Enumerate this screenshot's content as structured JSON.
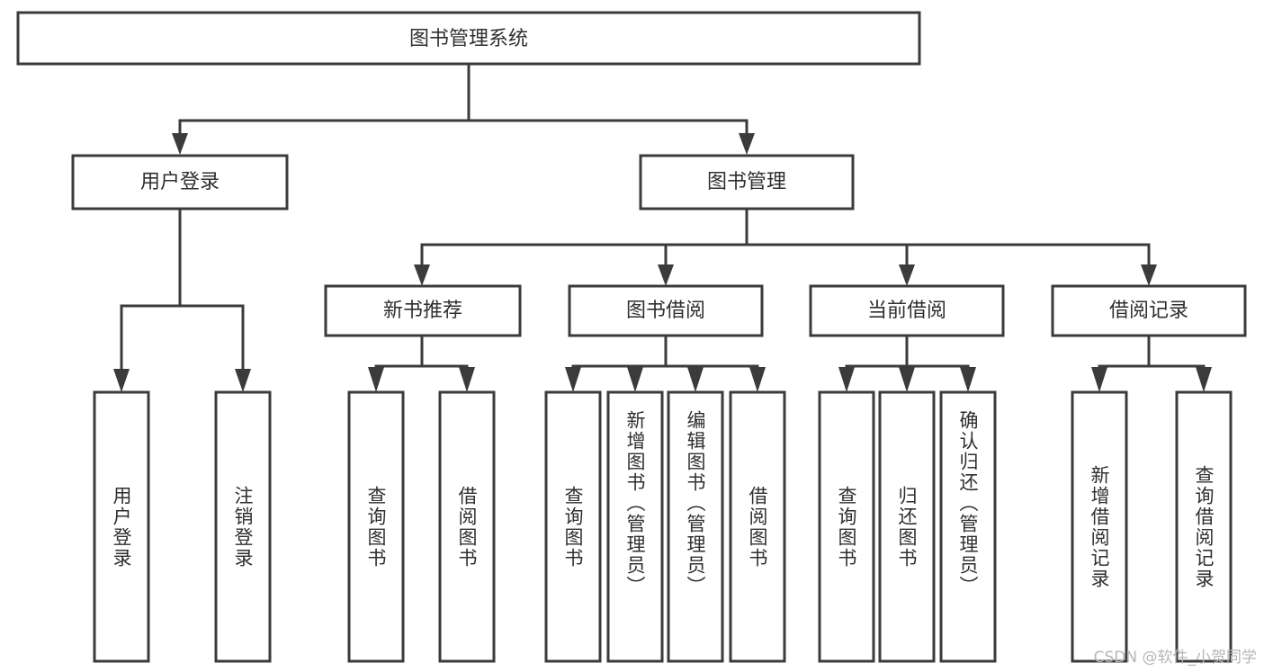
{
  "diagram": {
    "title": "图书管理系统",
    "type": "tree-hierarchy",
    "theme": {
      "background": "#ffffff",
      "box_fill": "#ffffff",
      "box_stroke": "#3b3b3b",
      "text_color": "#2f2f2f",
      "watermark_color": "#b6b6b6"
    },
    "root": {
      "id": "root",
      "label": "图书管理系统",
      "orientation": "horizontal"
    },
    "level2": [
      {
        "id": "user-login",
        "label": "用户登录",
        "orientation": "horizontal"
      },
      {
        "id": "book-manage",
        "label": "图书管理",
        "orientation": "horizontal"
      }
    ],
    "level3": [
      {
        "id": "new-book-recommend",
        "label": "新书推荐",
        "orientation": "horizontal",
        "parent": "book-manage"
      },
      {
        "id": "book-borrow",
        "label": "图书借阅",
        "orientation": "horizontal",
        "parent": "book-manage"
      },
      {
        "id": "current-borrow",
        "label": "当前借阅",
        "orientation": "horizontal",
        "parent": "book-manage"
      },
      {
        "id": "borrow-record",
        "label": "借阅记录",
        "orientation": "horizontal",
        "parent": "book-manage"
      }
    ],
    "leaves": [
      {
        "id": "leaf-user-login",
        "label": "用户登录",
        "orientation": "vertical",
        "parent": "user-login"
      },
      {
        "id": "leaf-logout-login",
        "label": "注销登录",
        "orientation": "vertical",
        "parent": "user-login"
      },
      {
        "id": "leaf-query-book-1",
        "label": "查询图书",
        "orientation": "vertical",
        "parent": "new-book-recommend"
      },
      {
        "id": "leaf-borrow-book-1",
        "label": "借阅图书",
        "orientation": "vertical",
        "parent": "new-book-recommend"
      },
      {
        "id": "leaf-query-book-2",
        "label": "查询图书",
        "orientation": "vertical",
        "parent": "book-borrow"
      },
      {
        "id": "leaf-add-book",
        "label": "新增图书（管理员）",
        "orientation": "vertical",
        "parent": "book-borrow"
      },
      {
        "id": "leaf-edit-book",
        "label": "编辑图书（管理员）",
        "orientation": "vertical",
        "parent": "book-borrow"
      },
      {
        "id": "leaf-borrow-book-2",
        "label": "借阅图书",
        "orientation": "vertical",
        "parent": "book-borrow"
      },
      {
        "id": "leaf-query-book-3",
        "label": "查询图书",
        "orientation": "vertical",
        "parent": "current-borrow"
      },
      {
        "id": "leaf-return-book",
        "label": "归还图书",
        "orientation": "vertical",
        "parent": "current-borrow"
      },
      {
        "id": "leaf-confirm-return",
        "label": "确认归还（管理员）",
        "orientation": "vertical",
        "parent": "current-borrow"
      },
      {
        "id": "leaf-add-record",
        "label": "新增借阅记录",
        "orientation": "vertical",
        "parent": "borrow-record"
      },
      {
        "id": "leaf-query-record",
        "label": "查询借阅记录",
        "orientation": "vertical",
        "parent": "borrow-record"
      }
    ]
  },
  "watermark": {
    "text": "CSDN @软件_小贺同学"
  }
}
